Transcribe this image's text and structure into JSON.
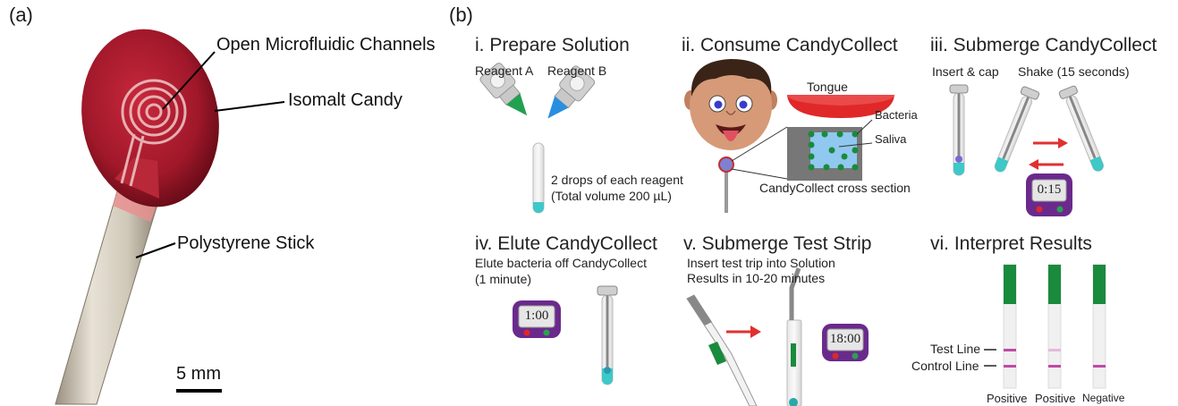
{
  "panel_a": {
    "letter": "(a)",
    "labels": {
      "channels": "Open Microfluidic Channels",
      "candy": "Isomalt Candy",
      "stick": "Polystyrene Stick"
    },
    "scale_bar": "5 mm"
  },
  "panel_b": {
    "letter": "(b)",
    "steps": {
      "s1": {
        "title": "i. Prepare Solution",
        "reagent_a": "Reagent A",
        "reagent_b": "Reagent B",
        "note_line1": "2 drops of each reagent",
        "note_line2": "(Total volume 200 µL)"
      },
      "s2": {
        "title": "ii. Consume CandyCollect",
        "tongue": "Tongue",
        "bacteria": "Bacteria",
        "saliva": "Saliva",
        "cross_section": "CandyCollect cross section"
      },
      "s3": {
        "title": "iii. Submerge CandyCollect",
        "insert": "Insert & cap",
        "shake": "Shake (15 seconds)",
        "timer": "0:15"
      },
      "s4": {
        "title": "iv. Elute CandyCollect",
        "note_line1": "Elute bacteria off CandyCollect",
        "note_line2": " (1 minute)",
        "timer": "1:00"
      },
      "s5": {
        "title": "v. Submerge Test Strip",
        "note_line1": "Insert test trip into Solution",
        "note_line2": "Results in 10-20 minutes",
        "timer": "18:00"
      },
      "s6": {
        "title": "vi. Interpret Results",
        "test_line": "Test Line",
        "control_line": "Control Line",
        "results": [
          "Positive",
          "Positive",
          "Negative"
        ]
      }
    }
  },
  "colors": {
    "candy": "#a0182a",
    "strip_green": "#1a8a3c",
    "line_magenta": "#c04aa8",
    "timer_purple": "#6a2a8c",
    "arrow_red": "#e03030",
    "liquid_teal": "#3ec8c8"
  }
}
